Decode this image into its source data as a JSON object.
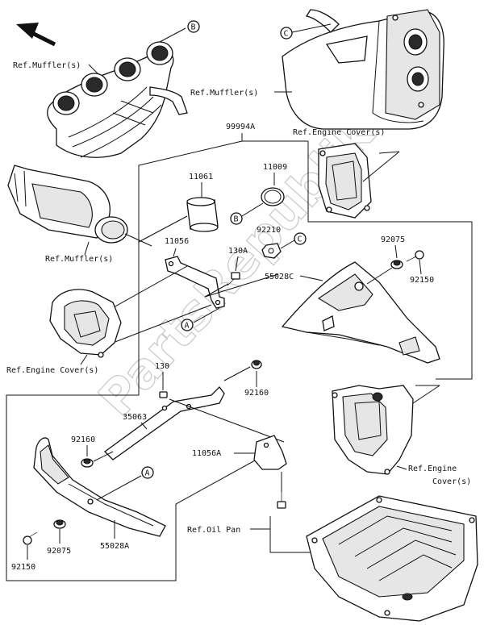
{
  "labels": {
    "ref_muffler_1": "Ref.Muffler(s)",
    "ref_muffler_2": "Ref.Muffler(s)",
    "ref_muffler_3": "Ref.Muffler(s)",
    "ref_engine_cover_1": "Ref.Engine Cover(s)",
    "ref_engine_cover_2": "Ref.Engine Cover(s)",
    "ref_engine_cover_3": "Ref.Engine",
    "ref_engine_cover_3b": "Cover(s)",
    "ref_oil_pan": "Ref.Oil Pan"
  },
  "parts": {
    "p99994A": "99994A",
    "p11061": "11061",
    "p11009": "11009",
    "p92210": "92210",
    "p92075_top": "92075",
    "p92150_top": "92150",
    "p11056": "11056",
    "p130A": "130A",
    "p55028C": "55028C",
    "p130": "130",
    "p92160_mid": "92160",
    "p35063": "35063",
    "p11056A": "11056A",
    "p92160_left": "92160",
    "p92075_bottom": "92075",
    "p55028A": "55028A",
    "p92150_bottom": "92150"
  },
  "callouts": {
    "a1": "A",
    "a2": "A",
    "b1": "B",
    "b2": "B",
    "c1": "C",
    "c2": "C"
  },
  "watermark": "PartsRepublik"
}
